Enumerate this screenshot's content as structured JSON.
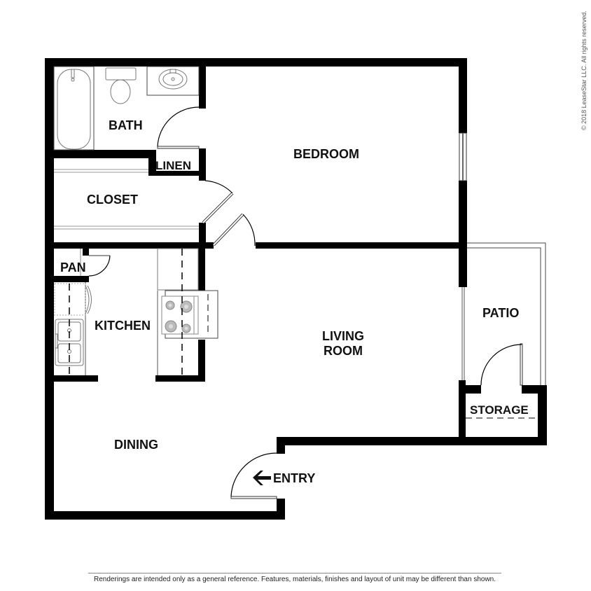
{
  "rooms": {
    "bath": "BATH",
    "linen": "LINEN",
    "bedroom": "BEDROOM",
    "closet": "CLOSET",
    "pantry": "PAN",
    "kitchen": "KITCHEN",
    "living_line1": "LIVING",
    "living_line2": "ROOM",
    "patio": "PATIO",
    "storage": "STORAGE",
    "dining": "DINING",
    "entry": "ENTRY"
  },
  "icons": {
    "entry_arrow": "arrow-left-icon"
  },
  "footer": {
    "disclaimer": "Renderings are intended only as a general reference. Features, materials, finishes and layout of unit may be different than shown."
  },
  "copyright": "© 2018 LeaseStar LLC. All rights reserved."
}
